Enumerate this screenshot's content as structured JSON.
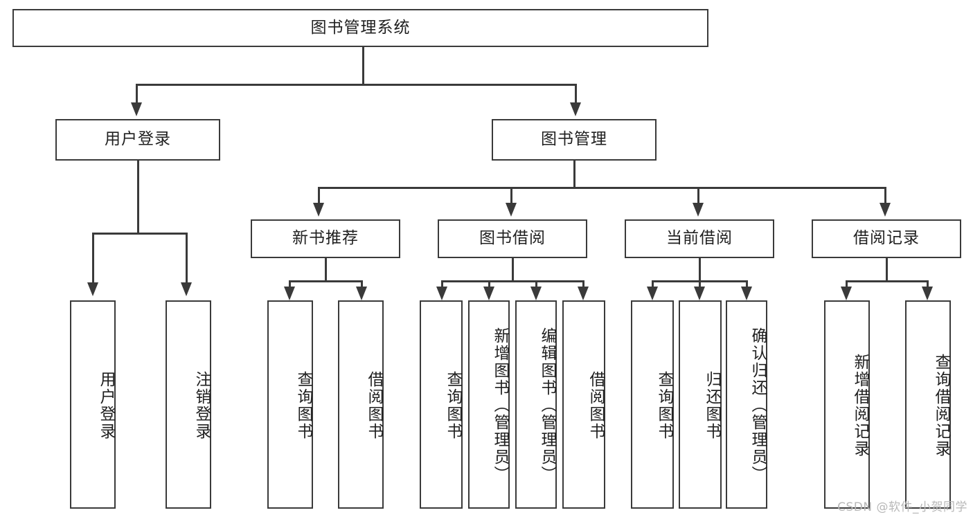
{
  "diagram": {
    "title": "图书管理系统",
    "type": "hierarchy-tree",
    "watermark": "CSDN @软件_小贺同学",
    "colors": {
      "box_border": "#3a3a3a",
      "box_fill": "#ffffff",
      "connector": "#3a3a3a",
      "text": "#1f1f1f",
      "watermark": "#b8b8b8"
    },
    "root": {
      "label": "图书管理系统"
    },
    "level2": [
      {
        "label": "用户登录"
      },
      {
        "label": "图书管理"
      }
    ],
    "level3": [
      {
        "label": "新书推荐"
      },
      {
        "label": "图书借阅"
      },
      {
        "label": "当前借阅"
      },
      {
        "label": "借阅记录"
      }
    ],
    "leaves": {
      "user_login": [
        {
          "label": "用户登录"
        },
        {
          "label": "注销登录"
        }
      ],
      "new_book_recommend": [
        {
          "label": "查询图书"
        },
        {
          "label": "借阅图书"
        }
      ],
      "book_borrow": [
        {
          "label": "查询图书"
        },
        {
          "label": "新增图书（管理员）"
        },
        {
          "label": "编辑图书（管理员）"
        },
        {
          "label": "借阅图书"
        }
      ],
      "current_borrow": [
        {
          "label": "查询图书"
        },
        {
          "label": "归还图书"
        },
        {
          "label": "确认归还（管理员）"
        }
      ],
      "borrow_records": [
        {
          "label": "新增借阅记录"
        },
        {
          "label": "查询借阅记录"
        }
      ]
    }
  }
}
